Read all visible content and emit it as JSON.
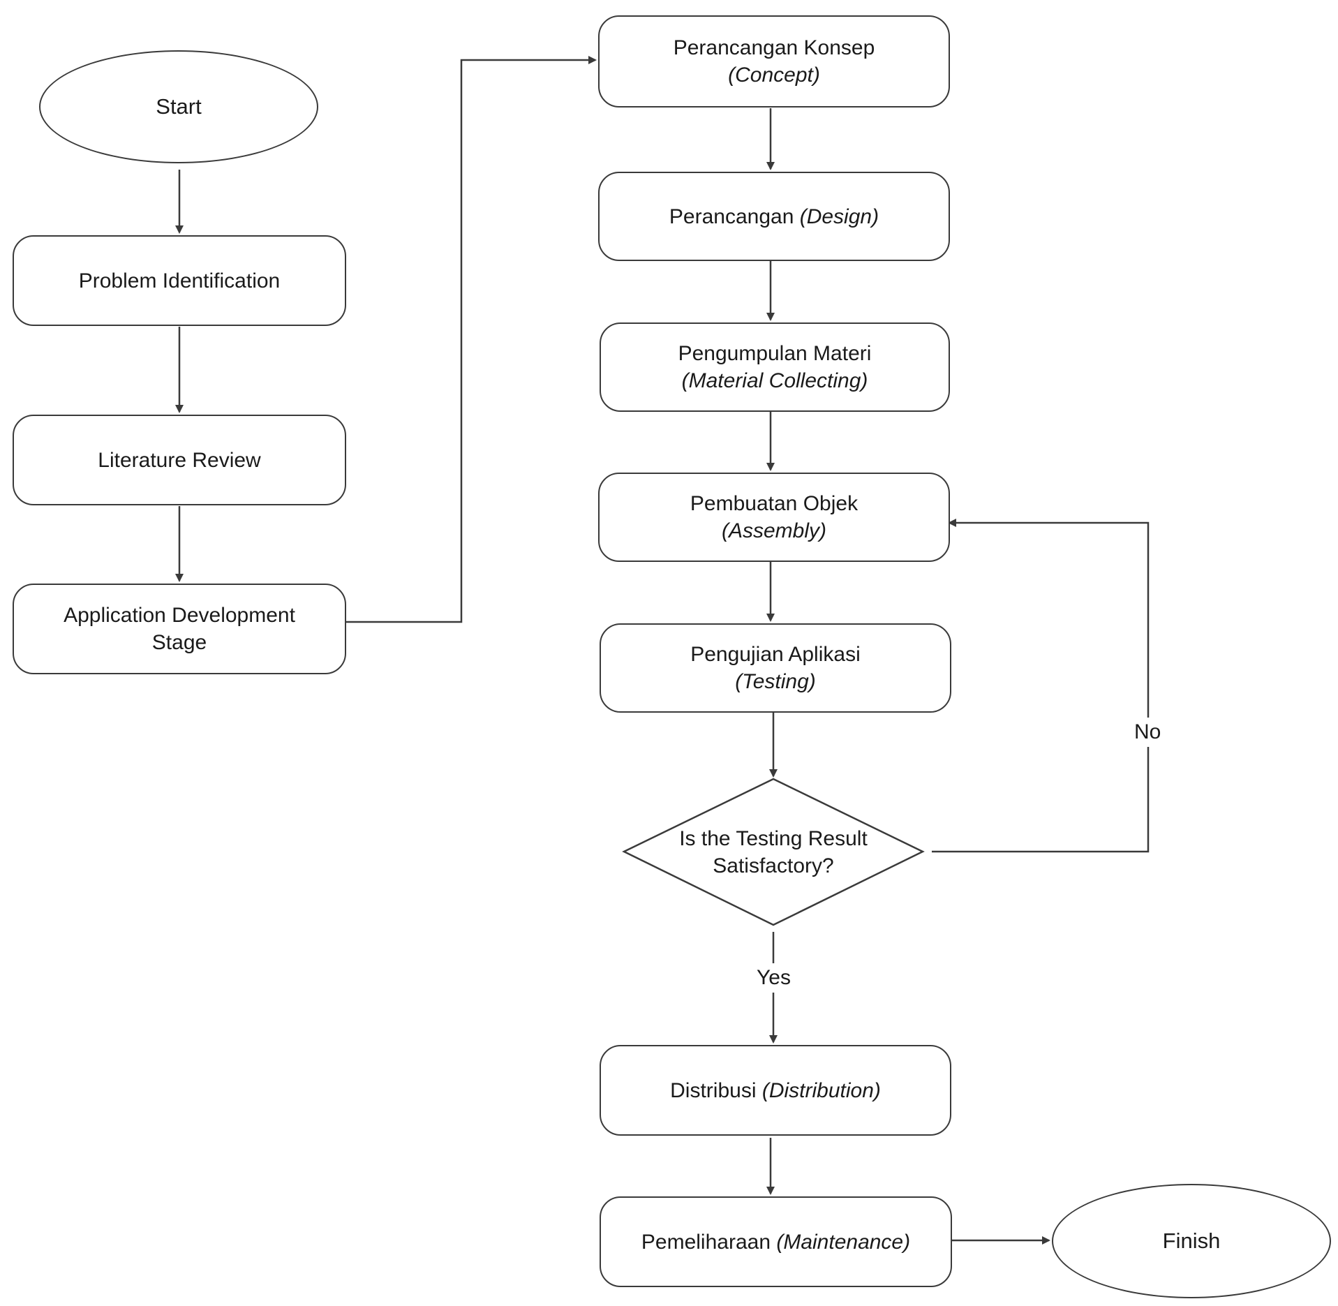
{
  "left_column": {
    "start": "Start",
    "problem": "Problem Identification",
    "literature": "Literature Review",
    "app_dev_line1": "Application Development",
    "app_dev_line2": "Stage"
  },
  "right_column": {
    "concept": {
      "main": "Perancangan Konsep",
      "en": "(Concept)"
    },
    "design": {
      "main": "Perancangan ",
      "en": "(Design)"
    },
    "material": {
      "main": "Pengumpulan Materi",
      "en": "(Material Collecting)"
    },
    "assembly": {
      "main": "Pembuatan Objek",
      "en": "(Assembly)"
    },
    "testing": {
      "main": "Pengujian Aplikasi",
      "en": "(Testing)"
    },
    "decision_line1": "Is the Testing Result",
    "decision_line2": "Satisfactory?",
    "distribution": {
      "main": "Distribusi ",
      "en": "(Distribution)"
    },
    "maintenance": {
      "main": "Pemeliharaan ",
      "en": "(Maintenance)"
    },
    "finish": "Finish"
  },
  "edge_labels": {
    "no": "No",
    "yes": "Yes"
  },
  "colors": {
    "stroke": "#3a3a3a",
    "background": "#ffffff",
    "text": "#1a1a1a"
  }
}
